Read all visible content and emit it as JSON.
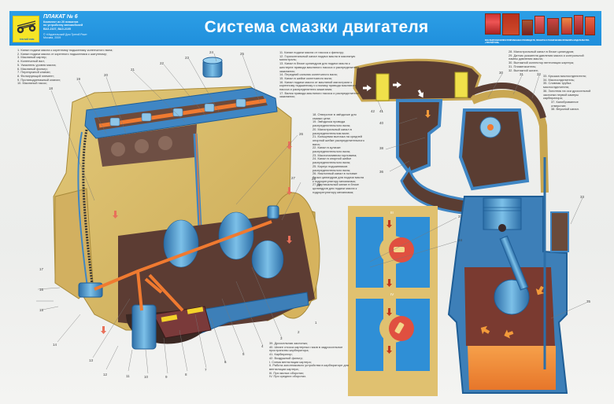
{
  "banner": {
    "poster_number": "ПЛАКАТ № 6",
    "series_lines": [
      "Комплект из 20 плакатов",
      "по устройству автомобилей",
      "ВАЗ-2107, ВАЗ-2105"
    ],
    "publisher_lines": [
      "© «Издательский Дом Третий Рим»",
      "Москва, 2009"
    ],
    "logo_caption": "ТРЕТИЙ РИМ",
    "title": "Система смазки двигателя",
    "books_caption": "ВСЕ ВЫПУСКИ ИЛЛЮСТРИРОВАННЫХ РУКОВОДСТВ, ПЛАКАТЫ И ТЕХНИЧЕСКИЕ БРОШЮРЫ ИЗДАТЕЛЬСТВА «ТРЕТИЙ РИМ»",
    "colors": {
      "banner": "#2395e0",
      "logo": "#f6e526",
      "title": "#ffffff"
    }
  },
  "legend_left": [
    "1. Канал подачи масла к коренному подшипнику коленчатого вала;",
    "2. Канал подачи масла от коренного подшипника к шатунному;",
    "3. Масляный картер;",
    "4. Коленчатый вал;",
    "5. Указатель уровня масла;",
    "6. Масляный фильтр;",
    "7. Перепускной клапан;",
    "8. Фильтрующий элемент;",
    "9. Противодренажный клапан;",
    "10. Масляный насос;"
  ],
  "legend_top_center": [
    "11. Канал подачи масла от насоса к фильтру;",
    "12. Горизонтальный канал подачи масла в масляную магистраль;",
    "13. Канал в блоке цилиндров для подачи масла к шестерне привода масляного насоса и распределителя зажигания;",
    "14. Передний сальник коленчатого вала;",
    "15. Канал в шейке коленчатого вала;",
    "16. Канал подачи масла от масляной магистрали к коренному подшипнику и к валику привода масляного насоса и распределителя зажигания;",
    "17. Валик привода масляного насоса и распределителя зажигания;"
  ],
  "legend_mid_center": [
    "18. Отверстие в звёздочке для смазки цепи;",
    "19. Звёздочка привода распределительного вала;",
    "20. Магистральный канал в распределительном вале;",
    "21. Кольцевая выточка на средней опорной шейке распределительного вала;",
    "22. Канал в кулачке распределительного вала;",
    "23. Маслоналивная горловина;",
    "24. Канал в опорной шейке распределительного вала;",
    "25. Корпус подшипников распределительного вала;",
    "26. Наклонный канал в головке блока цилиндров для подачи масла к гидрорегулятору механизма;",
    "27. Вертикальный канал в блоке цилиндров для подачи масла к гидрорегулятору механизма;"
  ],
  "legend_bottom_center": [
    "39. Дроссельная заслонка;",
    "40. Шланг отсоса картерных газов в задроссельное пространство карбюратора;",
    "41. Карбюратор;",
    "42. Воздушный фильтр;",
    "I. Схема вентиляции картера;",
    "II. Работа золотникового устройства в карбюраторе для вентиляции картера;",
    "III. При малых оборотах;",
    "IV. При средних оборотах."
  ],
  "legend_right_top": [
    "28. Магистральный канал в блоке цилиндров;",
    "29. Датчик указателя давления масла и контрольной лампы давления масла;",
    "30. Вытяжной коллектор вентиляции картера;",
    "31. Пламегаситель;",
    "32. Вытяжной шланг;"
  ],
  "legend_right_bottom": [
    "33. Крышка маслоотделителя;",
    "34. Маслоотделитель;",
    "35. Сливная трубка маслоотделителя;",
    "36. Золотник на оси дроссельной заслонки первой камеры карбюратора;",
    "37. Калиброванное отверстие;",
    "38. Впускной канал."
  ],
  "callouts": {
    "engine": [
      "1",
      "2",
      "3",
      "4",
      "5",
      "6",
      "7",
      "8",
      "9",
      "10",
      "11",
      "12",
      "13",
      "14",
      "15",
      "16",
      "17",
      "18",
      "19",
      "20",
      "21",
      "22",
      "23",
      "24",
      "25",
      "26",
      "27",
      "28",
      "29"
    ],
    "carb": [
      "30",
      "31",
      "32",
      "33",
      "34",
      "35",
      "36",
      "37",
      "38",
      "39",
      "40",
      "41",
      "42"
    ],
    "roman": [
      "I",
      "II",
      "III",
      "IV"
    ]
  },
  "diagram_colors": {
    "block": "#d7b760",
    "oil_channel": "#f07a30",
    "blue_metal": "#3d92cf",
    "crankcase": "#5a3a2e",
    "oil_sump": "#f0883a",
    "arrow": "#e85a2a",
    "panel_blue": "#2f8fd6",
    "panel_tan": "#e0c170",
    "rotor": "#e05040"
  }
}
